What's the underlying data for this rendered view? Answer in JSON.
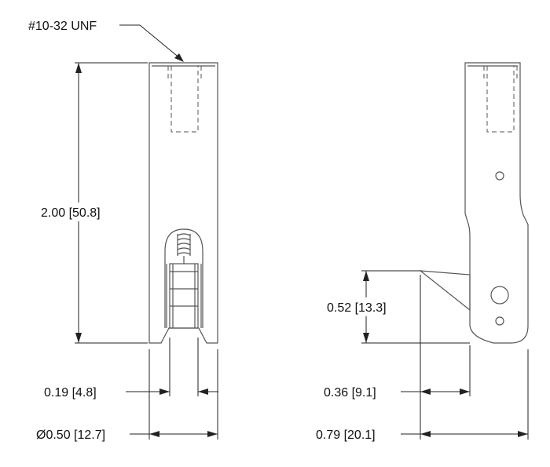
{
  "drawing": {
    "views": {
      "front": {
        "thread_callout": "#10-32 UNF",
        "overall_length": "2.00 [50.8]",
        "slot_width": "0.19 [4.8]",
        "diameter": "Ø0.50 [12.7]"
      },
      "side": {
        "blade_height": "0.52 [13.3]",
        "blade_offset": "0.36 [9.1]",
        "overall_width": "0.79 [20.1]"
      }
    },
    "colors": {
      "part_outline": "#555555",
      "dimension_lines": "#222222",
      "text": "#111111",
      "background": "#ffffff"
    }
  }
}
